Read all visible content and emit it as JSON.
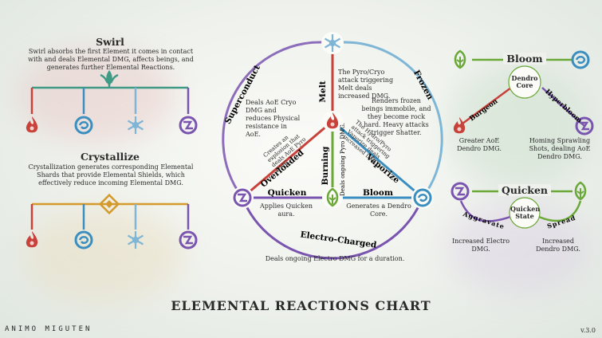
{
  "title": "ELEMENTAL REACTIONS CHART",
  "version": "v.3.0",
  "signature": "ANIMO MIGUTEN",
  "swirl": {
    "heading": "Swirl",
    "desc": "Swirl absorbs the first Element it comes in contact with and deals Elemental DMG, affects beings, and generates further Elemental Reactions."
  },
  "crystallize": {
    "heading": "Crystallize",
    "desc": "Crystallization generates corresponding Elemental Shards that provide Elemental Shields, which effectively reduce incoming Elemental DMG."
  },
  "wheel": {
    "melt": {
      "label": "Melt",
      "desc": "The Pyro/Cryo attack triggering Melt deals increased DMG."
    },
    "frozen": {
      "label": "Frozen",
      "desc": "Renders frozen beings immobile, and they become rock hard. Heavy attacks trigger Shatter."
    },
    "superconduct": {
      "label": "Superconduct",
      "desc": "Deals AoE Cryo DMG and reduces Physical resistance in AoE."
    },
    "overloaded": {
      "label": "Overloaded",
      "desc": "Creates an explosion that deals AoE Pyro DMG."
    },
    "burning": {
      "label": "Burning",
      "desc": "Deals ongoing Pyro DMG."
    },
    "vaporize": {
      "label": "Vaporize",
      "desc": "The Hydro/Pyro attack triggering Vaporize deals increased DMG."
    },
    "quicken": {
      "label": "Quicken",
      "desc": "Applies Quicken aura."
    },
    "bloom": {
      "label": "Bloom",
      "desc": "Generates a Dendro Core."
    },
    "electro_charged": {
      "label": "Electro-Charged",
      "desc": "Deals ongoing Electro DMG for a duration."
    }
  },
  "bloom_panel": {
    "heading": "Bloom",
    "core": "Dendro Core",
    "burgeon": "Burgeon",
    "burgeon_desc": "Greater AoE Dendro DMG.",
    "hyperbloom": "Hyperbloom",
    "hyperbloom_desc": "Homing Sprawling Shots, dealing AoE Dendro DMG."
  },
  "quicken_panel": {
    "heading": "Quicken",
    "state": "Quicken State",
    "aggravate": "Aggravate",
    "aggravate_desc": "Increased Electro DMG.",
    "spread": "Spread",
    "spread_desc": "Increased Dendro DMG."
  },
  "colors": {
    "pyro": "#c8413a",
    "hydro": "#3a8fc0",
    "cryo": "#7fb6d6",
    "electro": "#7a55b0",
    "dendro": "#6aa838",
    "anemo": "#3f9a86",
    "geo": "#d49a2b"
  }
}
